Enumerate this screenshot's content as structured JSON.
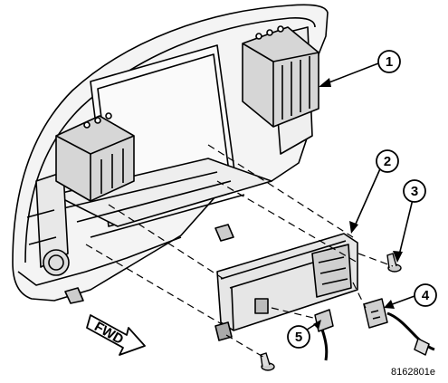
{
  "figure_code": "8162801e",
  "direction_label": "FWD",
  "callouts": [
    {
      "number": "1"
    },
    {
      "number": "2"
    },
    {
      "number": "3"
    },
    {
      "number": "4"
    },
    {
      "number": "5"
    }
  ]
}
